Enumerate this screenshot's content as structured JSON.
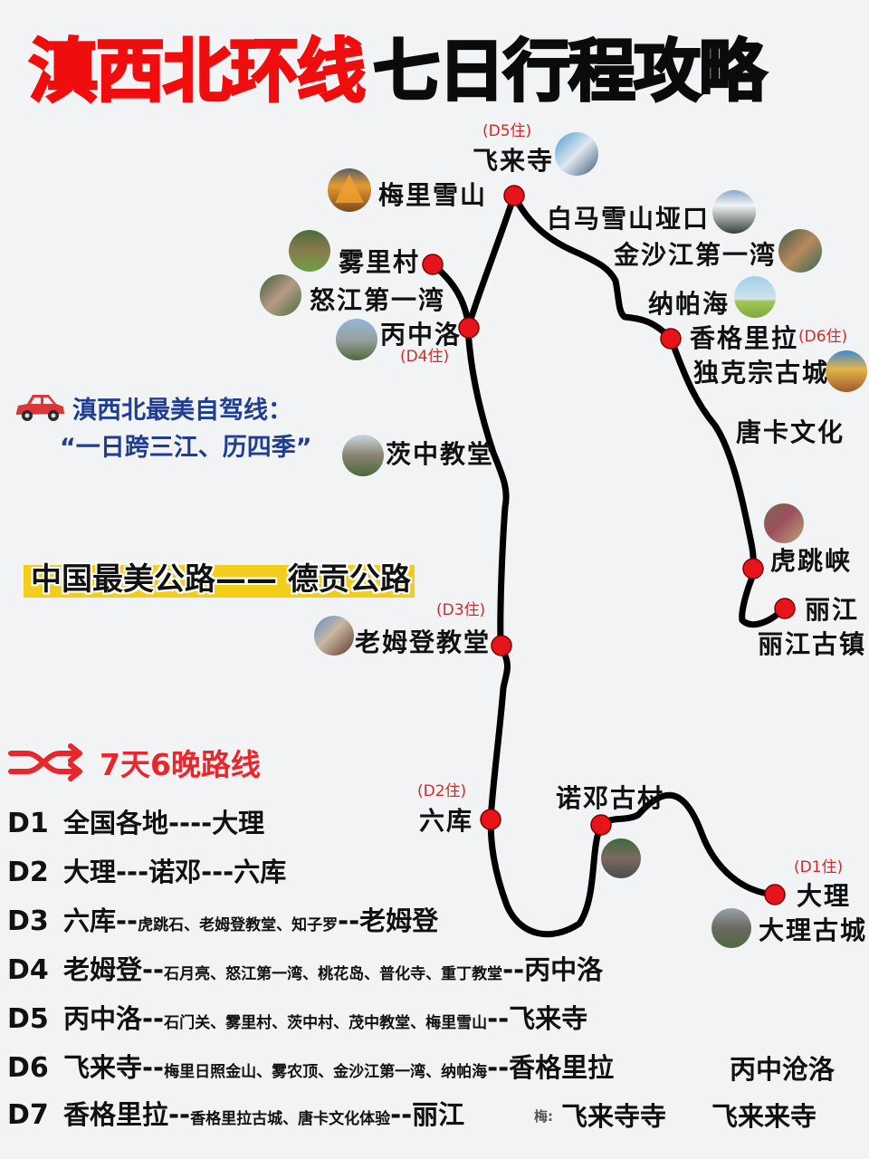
{
  "title": {
    "red_part": "滇西北环线",
    "black_part": "七日行程攻略"
  },
  "colors": {
    "title_red": "#f00d0d",
    "route_line": "#000000",
    "stop_dot": "#e8141b",
    "stay_label": "#d42a2a",
    "slogan_blue": "#1f3e91",
    "banner_yellow": "#f2cd19",
    "itinerary_header_red": "#e8262b",
    "background": "#f2f3f5"
  },
  "map": {
    "stops": [
      {
        "name": "飞来寺",
        "stay": "(D5住)"
      },
      {
        "name": "梅里雪山"
      },
      {
        "name": "白马雪山垭口"
      },
      {
        "name": "金沙江第一湾"
      },
      {
        "name": "雾里村"
      },
      {
        "name": "怒江第一湾"
      },
      {
        "name": "纳帕海"
      },
      {
        "name": "丙中洛",
        "stay": "(D4住)"
      },
      {
        "name": "香格里拉",
        "stay": "(D6住)"
      },
      {
        "name": "独克宗古城"
      },
      {
        "name": "茨中教堂"
      },
      {
        "name": "唐卡文化"
      },
      {
        "name": "虎跳峡"
      },
      {
        "name": "丽江"
      },
      {
        "name": "丽江古镇"
      },
      {
        "name": "老姆登教堂",
        "stay": "(D3住)"
      },
      {
        "name": "六库",
        "stay": "(D2住)"
      },
      {
        "name": "诺邓古村"
      },
      {
        "name": "大理",
        "stay": "(D1住)"
      },
      {
        "name": "大理古城"
      }
    ],
    "icons": {
      "car": "car-icon",
      "route_shuffle": "shuffle-arrows-icon"
    }
  },
  "slogan": {
    "line1": "滇西北最美自驾线：",
    "line2": "“一日跨三江、历四季”"
  },
  "banner": {
    "text": "中国最美公路—— 德贡公路"
  },
  "itinerary": {
    "header": "7天6晚路线",
    "days": [
      {
        "code": "D1",
        "start": "全国各地----大理",
        "via": "",
        "end": ""
      },
      {
        "code": "D2",
        "start": "大理---诺邓---六库",
        "via": "",
        "end": ""
      },
      {
        "code": "D3",
        "start": "六库--",
        "via": "虎跳石、老姆登教堂、知子罗",
        "end": "--老姆登"
      },
      {
        "code": "D4",
        "start": "老姆登--",
        "via": "石月亮、怒江第一湾、桃花岛、普化寺、重丁教堂",
        "end": "--丙中洛"
      },
      {
        "code": "D5",
        "start": "丙中洛--",
        "via": "石门关、雾里村、茨中村、茂中教堂、梅里雪山",
        "end": "--飞来寺"
      },
      {
        "code": "D6",
        "start": "飞来寺--",
        "via": "梅里日照金山、雾农顶、金沙江第一湾、纳帕海",
        "end": "--香格里拉"
      },
      {
        "code": "D7",
        "start": "香格里拉--",
        "via": "香格里拉古城、唐卡文化体验",
        "end": "--丽江"
      }
    ],
    "overlay_artifacts": [
      "丙中沧洛",
      "梅:",
      "飞来寺寺",
      "飞来来寺"
    ]
  }
}
